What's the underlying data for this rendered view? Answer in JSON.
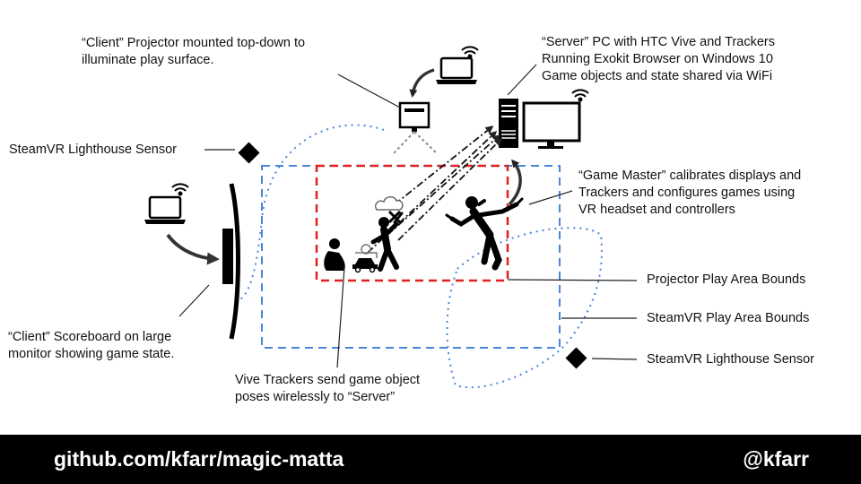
{
  "labels": {
    "client_projector": [
      "“Client” Projector mounted top-down to",
      "illuminate play surface."
    ],
    "server_pc": [
      "“Server” PC with HTC Vive and Trackers",
      "Running Exokit Browser on Windows 10",
      "Game objects and state shared via WiFi"
    ],
    "lighthouse_top": [
      "SteamVR Lighthouse Sensor"
    ],
    "game_master": [
      "“Game Master” calibrates displays and",
      "Trackers and configures games using",
      "VR headset and controllers"
    ],
    "projector_bounds": [
      "Projector Play Area Bounds"
    ],
    "steamvr_bounds": [
      "SteamVR Play Area Bounds"
    ],
    "lighthouse_bottom": [
      "SteamVR Lighthouse Sensor"
    ],
    "client_scoreboard": [
      "“Client” Scoreboard on large",
      "monitor showing game state."
    ],
    "vive_trackers": [
      "Vive Trackers send game object",
      "poses wirelessly to “Server”"
    ]
  },
  "footer": {
    "repo": "github.com/kfarr/magic-matta",
    "handle": "@kfarr"
  },
  "colors": {
    "projector_bounds": "#e02020",
    "steamvr_bounds": "#4a86d8",
    "lighthouse_range": "#4a86d8",
    "footer_bg": "#000000"
  }
}
